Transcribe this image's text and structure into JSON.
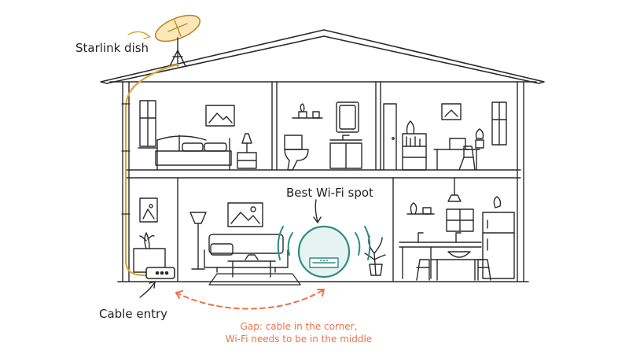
{
  "labels": {
    "dish": "Starlink dish",
    "wifi_spot": "Best Wi-Fi spot",
    "cable_entry": "Cable entry",
    "gap_line1": "Gap: cable in the corner,",
    "gap_line2": "Wi-Fi needs to be in the middle"
  },
  "colors": {
    "ink": "#2a2a2a",
    "cable": "#d9a53c",
    "wifi": "#2e8c84",
    "gap": "#e8744a"
  },
  "icons": [
    "satellite-dish-icon",
    "router-icon",
    "wifi-mesh-icon",
    "wifi-signal-icon"
  ]
}
